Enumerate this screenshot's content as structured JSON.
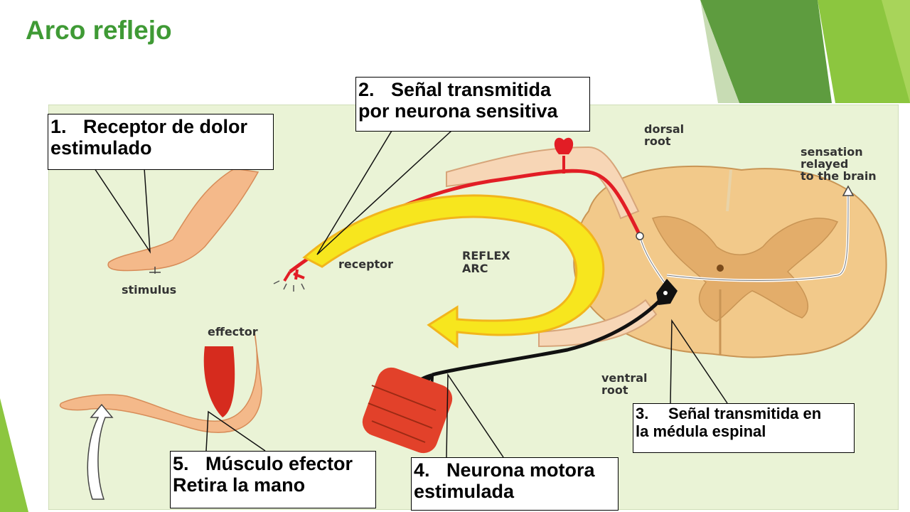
{
  "slide": {
    "title": "Arco reflejo",
    "colors": {
      "title": "#3f9a35",
      "accent_green": "#8cc63f",
      "dark_green": "#5a9a3a",
      "panel": "#eaf3d6"
    }
  },
  "callouts": [
    {
      "number": "1.",
      "text_lines": [
        "Receptor de dolor",
        "estimulado"
      ]
    },
    {
      "number": "2.",
      "text_lines": [
        "Señal transmitida",
        "por neurona sensitiva"
      ]
    },
    {
      "number": "3.",
      "text_lines": [
        "Señal transmitida en",
        "la médula espinal"
      ]
    },
    {
      "number": "4.",
      "text_lines": [
        "Neurona motora",
        "estimulada"
      ]
    },
    {
      "number": "5.",
      "text_lines": [
        "Músculo efector",
        "Retira la mano"
      ]
    }
  ],
  "diagram_labels": {
    "stimulus": "stimulus",
    "receptor": "receptor",
    "reflex_arc": [
      "REFLEX",
      "ARC"
    ],
    "dorsal_root": [
      "dorsal",
      "root"
    ],
    "sensation": [
      "sensation",
      "relayed",
      "to the brain"
    ],
    "effector": "effector",
    "ventral_root": [
      "ventral",
      "root"
    ]
  }
}
